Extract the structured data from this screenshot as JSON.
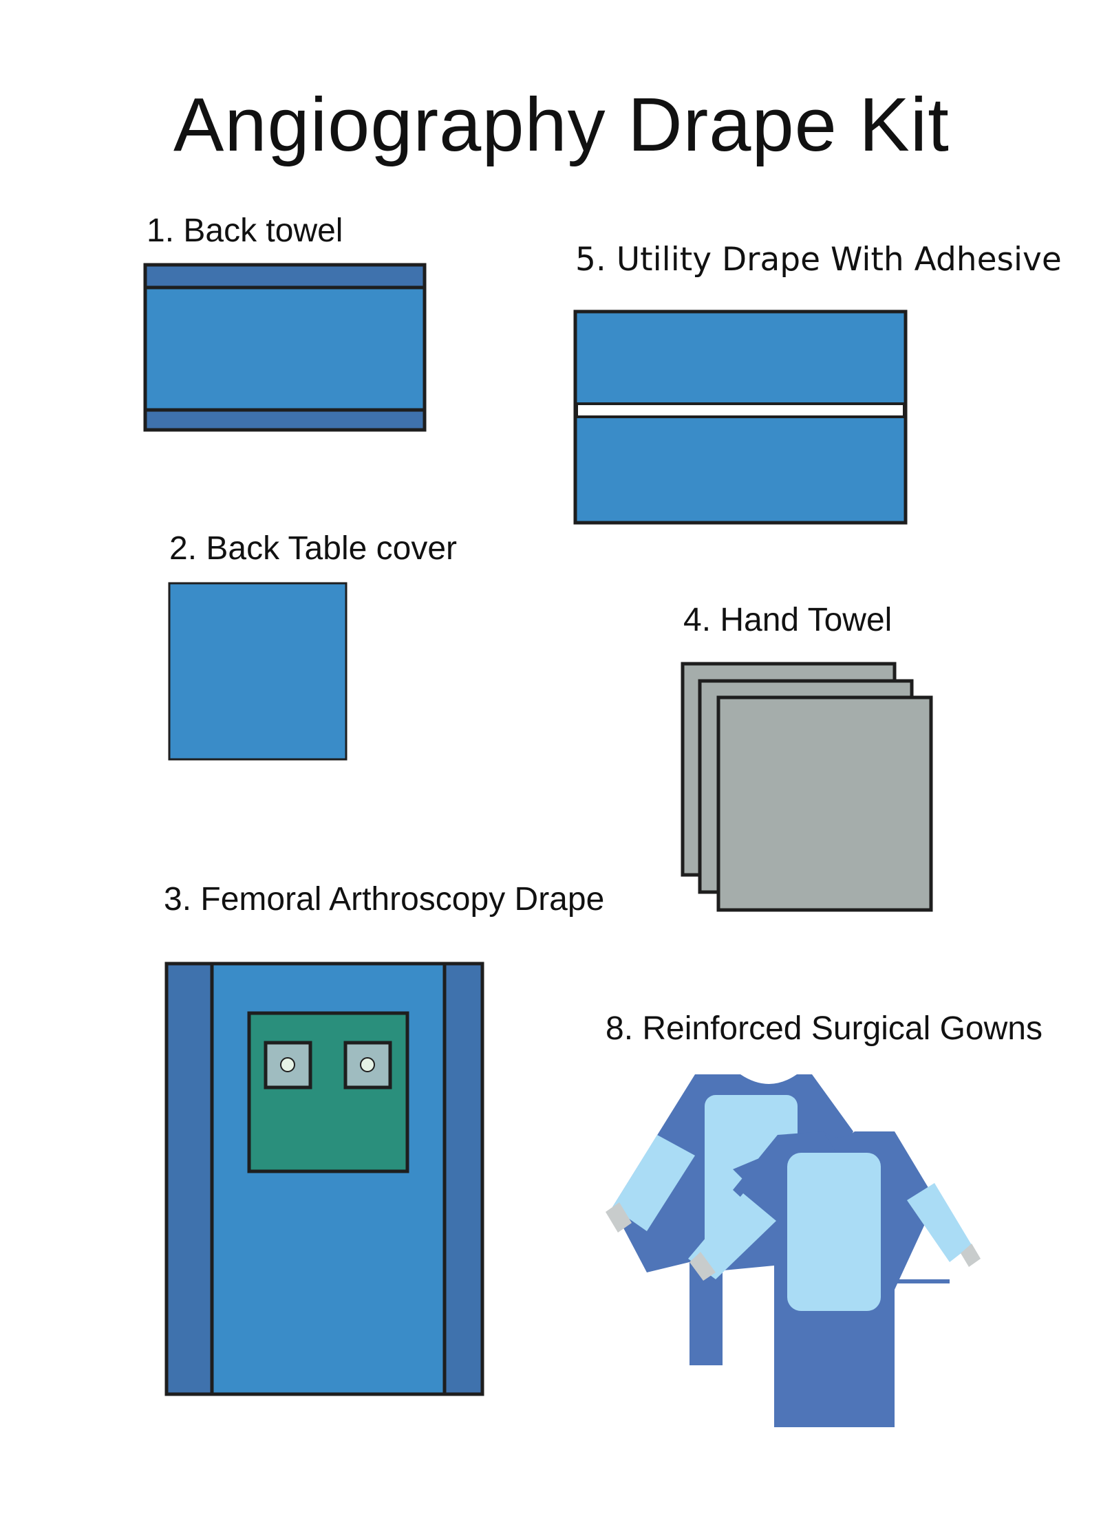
{
  "title": "Angiography Drape Kit",
  "items": [
    {
      "label": "1. Back towel"
    },
    {
      "label": "5. Utility Drape With Adhesive"
    },
    {
      "label": "2. Back Table cover"
    },
    {
      "label": "4. Hand Towel"
    },
    {
      "label": "3. Femoral Arthroscopy Drape"
    },
    {
      "label": "8. Reinforced Surgical Gowns"
    }
  ],
  "colors": {
    "outline": "#1e1e1e",
    "drape_blue": "#3a8cc8",
    "drape_dark_blue": "#3f72ad",
    "towel_gray": "#a5adab",
    "fenestration_green": "#2a8f7c",
    "fenestration_window": "#9fbcc0",
    "gown_blue": "#4f75b8",
    "gown_light": "#aadcf5",
    "cuff_gray": "#c8cccc",
    "adhesive_strip": "#ffffff"
  }
}
